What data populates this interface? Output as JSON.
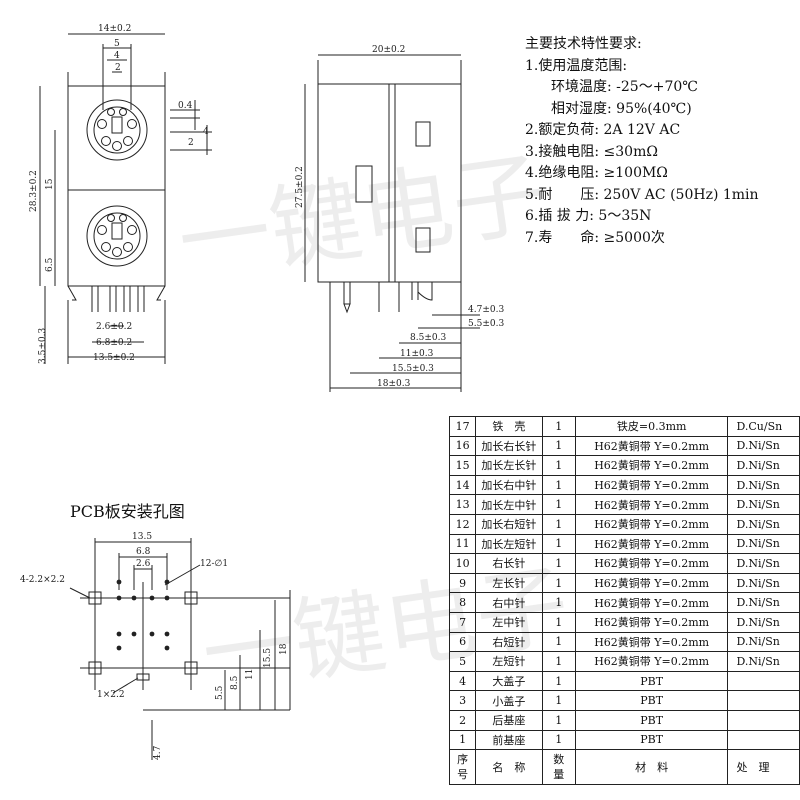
{
  "specs": {
    "title": "主要技术特性要求:",
    "items": [
      {
        "text": "1.使用温度范围:",
        "indent": false
      },
      {
        "text": "环境温度: -25～+70℃",
        "indent": true
      },
      {
        "text": "相对湿度: 95%(40℃)",
        "indent": true
      },
      {
        "text": "2.额定负荷: 2A 12V AC",
        "indent": false
      },
      {
        "text": "3.接触电阻: ≤30mΩ",
        "indent": false
      },
      {
        "text": "4.绝缘电阻: ≥100MΩ",
        "indent": false
      },
      {
        "text": "5.耐　　压: 250V AC (50Hz) 1min",
        "indent": false
      },
      {
        "text": "6.插 拔 力: 5～35N",
        "indent": false
      },
      {
        "text": "7.寿　　命: ≥5000次",
        "indent": false
      }
    ]
  },
  "front_view": {
    "dims": [
      "14±0.2",
      "5",
      "4",
      "2",
      "0.4",
      "4",
      "2",
      "28.3±0.2",
      "15",
      "6.5",
      "3.5±0.3",
      "2.6±0.2",
      "6.8±0.2",
      "13.5±0.2"
    ]
  },
  "side_view": {
    "dims": [
      "20±0.2",
      "27.5±0.2",
      "4.7±0.3",
      "5.5±0.3",
      "8.5±0.3",
      "11±0.3",
      "15.5±0.3",
      "18±0.3"
    ]
  },
  "pcb": {
    "title": "PCB板安装孔图",
    "dims": [
      "13.5",
      "6.8",
      "2.6",
      "12-∅1",
      "4-2.2×2.2",
      "1×2.2",
      "4.7",
      "5.5",
      "8.5",
      "11",
      "15.5",
      "18"
    ]
  },
  "watermark": "一键电子",
  "bom": {
    "header": {
      "no": "序\n号",
      "name": "名　称",
      "qty": "数\n量",
      "material": "材　料",
      "treatment": "处　理"
    },
    "rows": [
      {
        "no": "17",
        "name": "铁　壳",
        "qty": "1",
        "material": "铁皮=0.3mm",
        "treatment": "D.Cu/Sn"
      },
      {
        "no": "16",
        "name": "加长右长针",
        "qty": "1",
        "material": "H62黄铜带 Y=0.2mm",
        "treatment": "D.Ni/Sn"
      },
      {
        "no": "15",
        "name": "加长左长针",
        "qty": "1",
        "material": "H62黄铜带 Y=0.2mm",
        "treatment": "D.Ni/Sn"
      },
      {
        "no": "14",
        "name": "加长右中针",
        "qty": "1",
        "material": "H62黄铜带 Y=0.2mm",
        "treatment": "D.Ni/Sn"
      },
      {
        "no": "13",
        "name": "加长左中针",
        "qty": "1",
        "material": "H62黄铜带 Y=0.2mm",
        "treatment": "D.Ni/Sn"
      },
      {
        "no": "12",
        "name": "加长右短针",
        "qty": "1",
        "material": "H62黄铜带 Y=0.2mm",
        "treatment": "D.Ni/Sn"
      },
      {
        "no": "11",
        "name": "加长左短针",
        "qty": "1",
        "material": "H62黄铜带 Y=0.2mm",
        "treatment": "D.Ni/Sn"
      },
      {
        "no": "10",
        "name": "右长针",
        "qty": "1",
        "material": "H62黄铜带 Y=0.2mm",
        "treatment": "D.Ni/Sn"
      },
      {
        "no": "9",
        "name": "左长针",
        "qty": "1",
        "material": "H62黄铜带 Y=0.2mm",
        "treatment": "D.Ni/Sn"
      },
      {
        "no": "8",
        "name": "右中针",
        "qty": "1",
        "material": "H62黄铜带 Y=0.2mm",
        "treatment": "D.Ni/Sn"
      },
      {
        "no": "7",
        "name": "左中针",
        "qty": "1",
        "material": "H62黄铜带 Y=0.2mm",
        "treatment": "D.Ni/Sn"
      },
      {
        "no": "6",
        "name": "右短针",
        "qty": "1",
        "material": "H62黄铜带 Y=0.2mm",
        "treatment": "D.Ni/Sn"
      },
      {
        "no": "5",
        "name": "左短针",
        "qty": "1",
        "material": "H62黄铜带 Y=0.2mm",
        "treatment": "D.Ni/Sn"
      },
      {
        "no": "4",
        "name": "大盖子",
        "qty": "1",
        "material": "PBT",
        "treatment": ""
      },
      {
        "no": "3",
        "name": "小盖子",
        "qty": "1",
        "material": "PBT",
        "treatment": ""
      },
      {
        "no": "2",
        "name": "后基座",
        "qty": "1",
        "material": "PBT",
        "treatment": ""
      },
      {
        "no": "1",
        "name": "前基座",
        "qty": "1",
        "material": "PBT",
        "treatment": ""
      }
    ]
  }
}
